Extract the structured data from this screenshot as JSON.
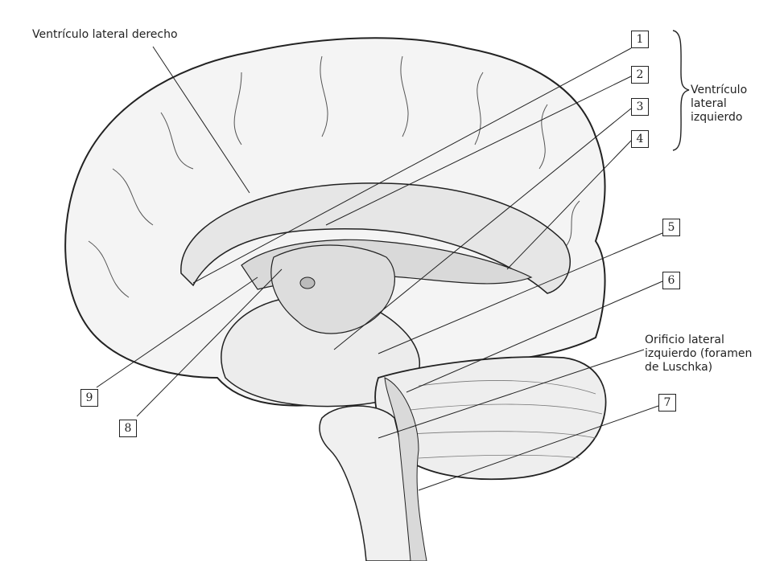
{
  "labels": {
    "right_lateral_ventricle": "Ventrículo lateral derecho",
    "left_lateral_ventricle": [
      "Ventrículo",
      "lateral",
      "izquierdo"
    ],
    "lateral_aperture": [
      "Orificio lateral",
      "izquierdo (foramen",
      "de Luschka)"
    ]
  },
  "numbers": [
    "1",
    "2",
    "3",
    "4",
    "5",
    "6",
    "7",
    "8",
    "9"
  ],
  "colors": {
    "ink": "#222222",
    "tissue": "#f4f4f4",
    "cavity": "#d9d9d9"
  }
}
